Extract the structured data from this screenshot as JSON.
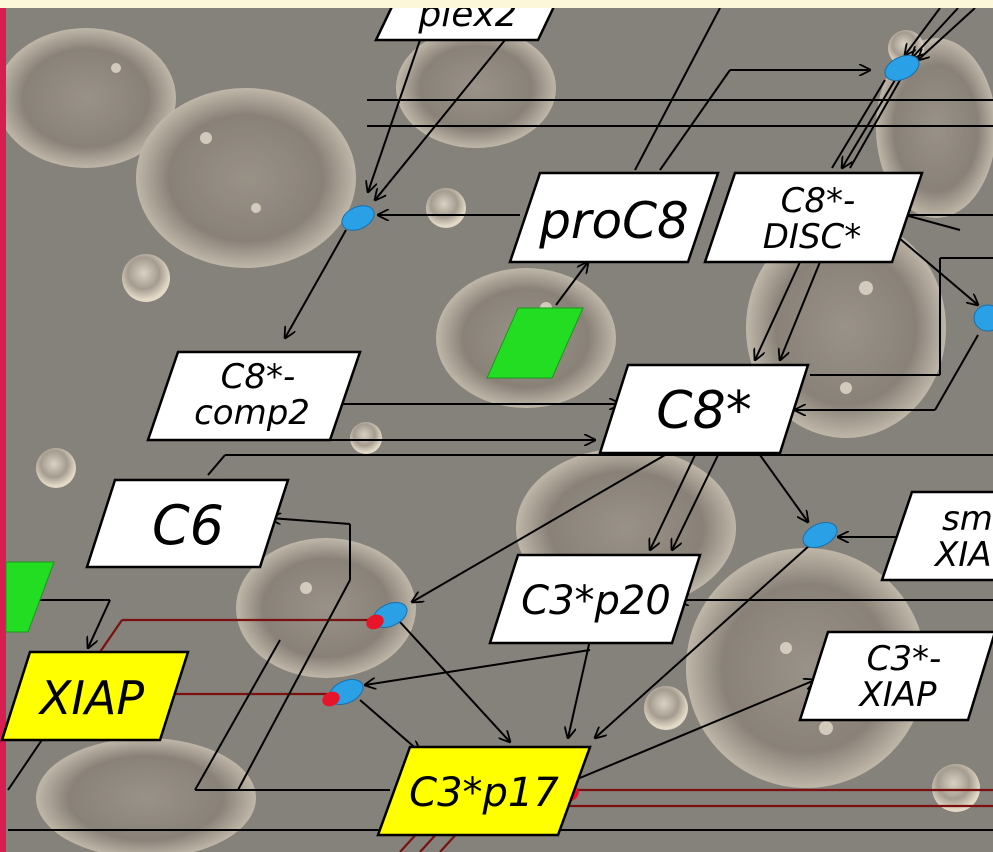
{
  "colors": {
    "page_background": "#fbf7d8",
    "left_border": "#d81e50",
    "node_fill": "#ffffff",
    "highlight_fill": "#ffff00",
    "source_fill": "#22dd22",
    "reaction_node": "#2aa0e6",
    "inhibition_marker": "#e8142a",
    "inhibition_line": "#7a1010",
    "edge": "#000000"
  },
  "nodes": {
    "plex2": "plex2",
    "procasp8": "proC8",
    "c8_disc": [
      "C8*-",
      "DISC*"
    ],
    "c8_comp2": [
      "C8*-",
      "comp2"
    ],
    "c8": "C8*",
    "c6": "C6",
    "smac_xiap": [
      "sm",
      "XIA"
    ],
    "c3_p20": "C3*p20",
    "c3_xiap": [
      "C3*-",
      "XIAP"
    ],
    "xiap": "XIAP",
    "c3_p17": "C3*p17"
  }
}
